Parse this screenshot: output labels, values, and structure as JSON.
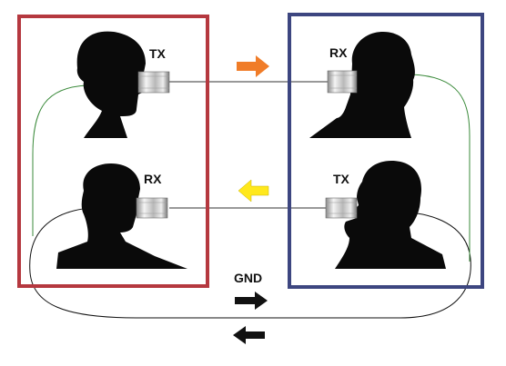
{
  "labels": {
    "tx_top_left": "TX",
    "rx_top_right": "RX",
    "rx_bottom_left": "RX",
    "tx_bottom_right": "TX",
    "gnd": "GND"
  },
  "colors": {
    "left_box": "#b5383f",
    "right_box": "#3d4680",
    "arrow_top": "#f07c28",
    "arrow_bottom": "#ffe81c",
    "green_wire": "#3a8a3a",
    "gnd_wire": "#111111",
    "silhouette": "#0a0a0a"
  }
}
